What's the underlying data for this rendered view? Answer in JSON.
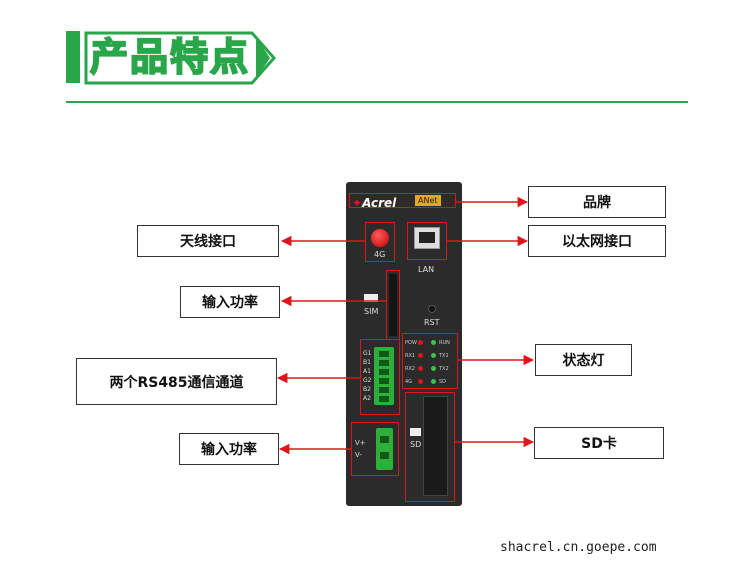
{
  "header": {
    "title": "产品特点"
  },
  "device": {
    "brand": "Acrel",
    "model_badge": "ANet",
    "antenna_label": "4G",
    "lan_label": "LAN",
    "rst_label": "RST",
    "sim_label": "SIM",
    "sd_label": "SD",
    "terminal_labels": [
      "G1",
      "B1",
      "A1",
      "G2",
      "B2",
      "A2"
    ],
    "power_labels": [
      "V+",
      "V-"
    ],
    "leds": [
      {
        "left": "POW",
        "right": "RUN"
      },
      {
        "left": "RX1",
        "right": "TX1"
      },
      {
        "left": "RX2",
        "right": "TX2"
      },
      {
        "left": "4G",
        "right": "SD"
      }
    ]
  },
  "callouts": {
    "brand": "品牌",
    "ethernet": "以太网接口",
    "antenna": "天线接口",
    "input_power_top": "输入功率",
    "status_lights": "状态灯",
    "rs485": "两个RS485通信通道",
    "input_power_bottom": "输入功率",
    "sd_card": "SD卡"
  },
  "footer": {
    "watermark": "shacrel.cn.goepe.com"
  },
  "colors": {
    "accent": "#2aa64a",
    "arrow": "#e0141b",
    "device": "#2b2b2b",
    "terminal": "#2fae3a"
  }
}
